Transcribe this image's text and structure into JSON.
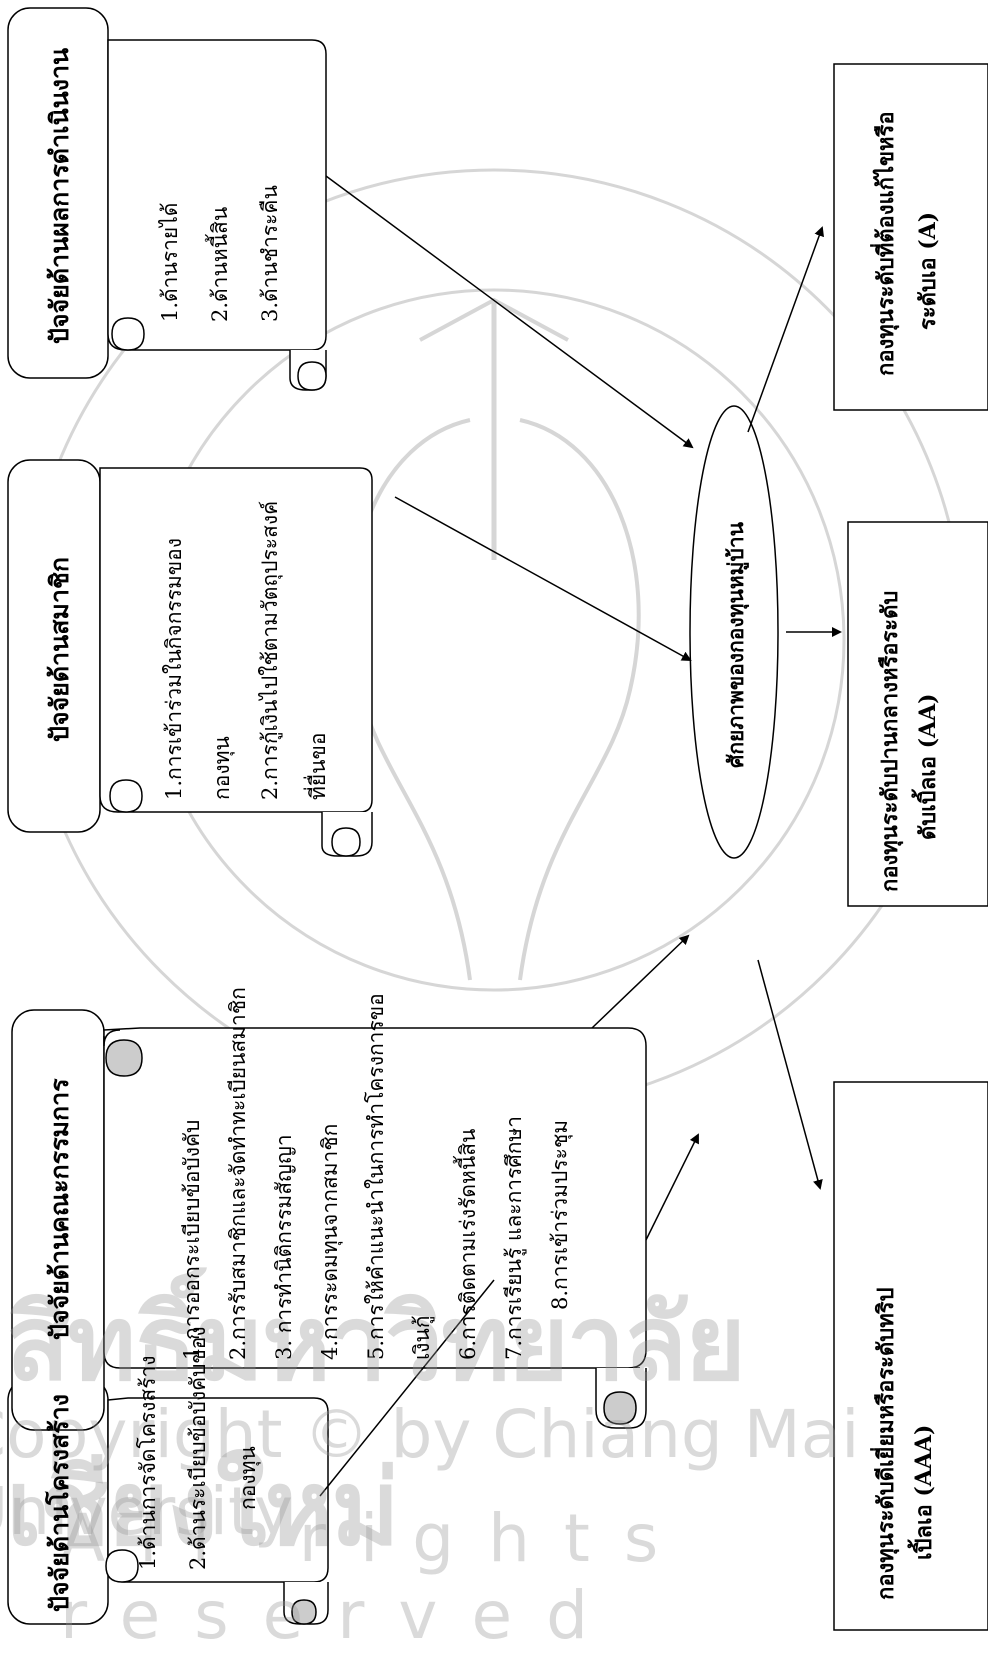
{
  "watermark": {
    "line1": "สิทธิ์มหาวิทยาลัยเชียงใหม่",
    "line2": "Copyright © by Chiang Mai University",
    "line3": "All rights reserved"
  },
  "factors": [
    {
      "title": "ปัจจัยด้านโครงสร้าง",
      "items": [
        "1.ด้านการจัดโครงสร้าง",
        "2.ด้านระเบียบข้อบังคับของ",
        "กองทุน"
      ]
    },
    {
      "title": "ปัจจัยด้านคณะกรรมการ",
      "items": [
        "1.การออกระเบียบข้อบังคับ",
        "2.การรับสมาชิกและจัดทำทะเบียนสมาชิก",
        "3. การทำนิติกรรมสัญญา",
        "4.การระดมทุนจากสมาชิก",
        "5.การให้คำแนะนำในการทำโครงการขอ",
        "เงินกู้",
        "6.การติดตามเร่งรัดหนี้สิน",
        "7.การเรียนรู้ และการศึกษา",
        "8.การเข้าร่วมประชุม"
      ]
    },
    {
      "title": "ปัจจัยด้านสมาชิก",
      "items": [
        "1.การเข้าร่วมในกิจกรรมของ",
        "กองทุน",
        "2.การกู้เงินไปใช้ตามวัตถุประสงค์",
        "ที่ยื่นขอ"
      ]
    },
    {
      "title": "ปัจจัยด้านผลการดำเนินงาน",
      "items": [
        "1.ด้านรายได้",
        "2.ด้านหนี้สิน",
        "3.ด้านชำระคืน"
      ]
    }
  ],
  "center": {
    "label": "ศักยภาพของกองทุนหมู่บ้าน"
  },
  "outcomes": [
    {
      "line1": "กองทุนระดับดีเยี่ยมหรือระดับทริป",
      "line2": "เปิ้ลเอ (AAA)"
    },
    {
      "line1": "กองทุนระดับปานกลางหรือระดับ",
      "line2": "ดับเบิ้ลเอ (AA)"
    },
    {
      "line1": "กองทุนระดับที่ต้องแก้ไขหรือ",
      "line2": "ระดับเอ (A)"
    }
  ]
}
